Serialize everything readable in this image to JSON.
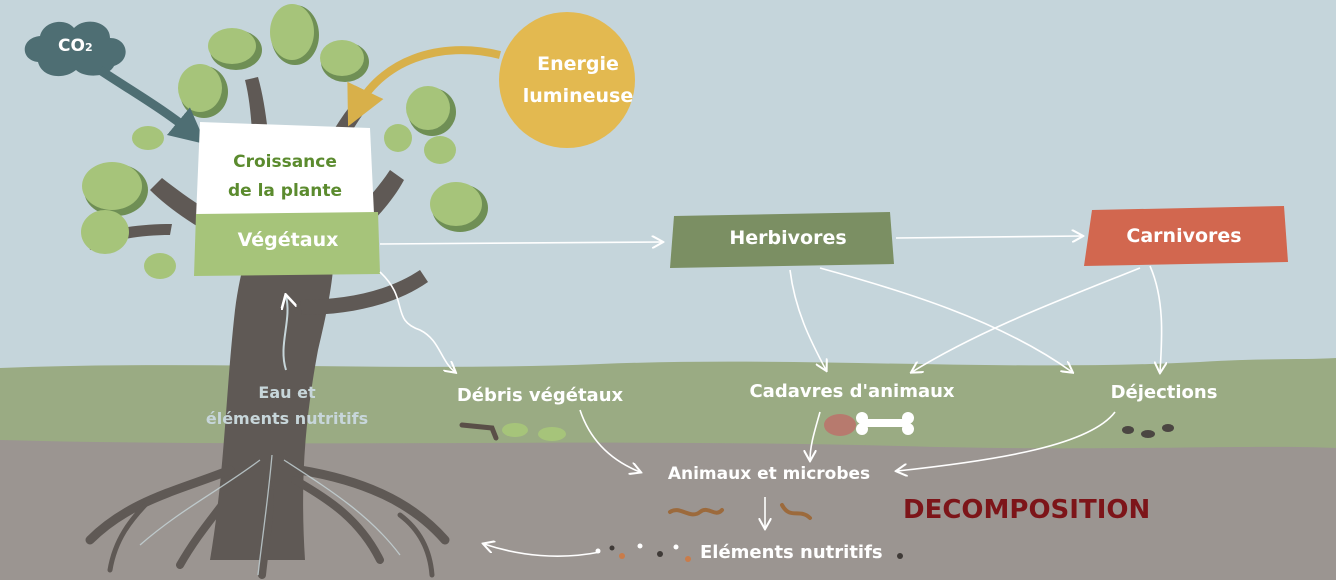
{
  "labels": {
    "co2": "CO",
    "co2_sub": "2",
    "energy_line1": "Energie",
    "energy_line2": "lumineuse",
    "growth_line1": "Croissance",
    "growth_line2": "de la plante",
    "vegetaux": "Végétaux",
    "herbivores": "Herbivores",
    "carnivores": "Carnivores",
    "water_line1": "Eau et",
    "water_line2": "éléments nutritifs",
    "debris": "Débris végétaux",
    "cadavres": "Cadavres d'animaux",
    "dejections": "Déjections",
    "animaux_microbes": "Animaux et microbes",
    "decomposition": "DECOMPOSITION",
    "elements_nutritifs": "Eléments nutritifs"
  },
  "colors": {
    "sky": "#c5d5db",
    "grass": "#9aab83",
    "soil": "#9b9591",
    "trunk": "#5f5955",
    "leaf": "#a6c47a",
    "leaf_dark": "#6f8f55",
    "growth_text": "#5b8b2e",
    "herbivores_box": "#7b8f63",
    "carnivores_box": "#d2674f",
    "sun": "#e3b950",
    "sun_arrow": "#d8b04a",
    "co2_cloud": "#4e6e73",
    "decomposition_text": "#7d1519",
    "water_text": "#c7d6da"
  }
}
